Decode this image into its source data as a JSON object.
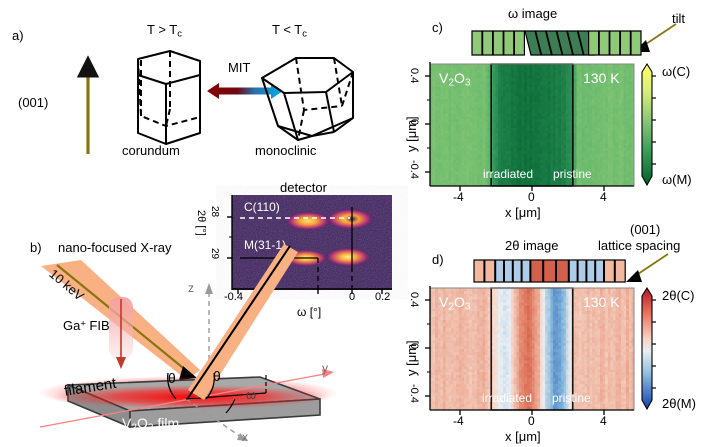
{
  "figure": {
    "panels": [
      "a)",
      "b)",
      "c)",
      "d)"
    ]
  },
  "panel_a": {
    "letter": "a)",
    "left_title": "T > T",
    "left_title_sub": "c",
    "right_title": "T < T",
    "right_title_sub": "c",
    "left_caption": "corundum",
    "right_caption": "monoclinic",
    "direction_label": "(001)",
    "transition_label": "MIT",
    "arrow_color_left": "#8b0000",
    "arrow_color_right": "#00a8e8",
    "direction_arrow_color": "#8a7410"
  },
  "panel_b": {
    "letter": "b)",
    "title": "nano-focused X-ray",
    "beam_energy": "10 keV",
    "fib_label_pre": "Ga",
    "fib_label_sup": "+",
    "fib_label_post": " FIB",
    "filament_label": "filament",
    "film_label_pre": "V",
    "film_label_sub1": "2",
    "film_label_mid": "O",
    "film_label_sub2": "3",
    "film_label_post": " film",
    "axis_x": "x",
    "axis_y": "y",
    "axis_z": "z",
    "angle_theta_in": "θ",
    "angle_theta_out": "θ",
    "angle_omega": "ω",
    "beam_color": "#f9b183",
    "beam_line_color": "#8a7410",
    "fib_color": "#f5a0a0",
    "filament_color": "#e8000d",
    "film_color": "#9c9c9c",
    "detector": {
      "title": "detector",
      "ylabel": "2θ [°]",
      "ylabel_main": "2θ",
      "ylabel_unit": "[°]",
      "yticks": [
        "28",
        "29"
      ],
      "xlabel": "ω [°]",
      "xticks": [
        "-0.4",
        "0",
        "0.2"
      ],
      "peak_labels": [
        "C(110)",
        "M(31-1)"
      ]
    }
  },
  "panel_c": {
    "letter": "c)",
    "title": "ω image",
    "annotation": "tilt",
    "material_pre": "V",
    "material_sub1": "2",
    "material_mid": "O",
    "material_sub2": "3",
    "temperature": "130 K",
    "region_left": "irradiated",
    "region_right": "pristine",
    "xlabel": "x [μm]",
    "ylabel": "y [μm]",
    "xticks": [
      "-4",
      "0",
      "4"
    ],
    "yticks": [
      "0.4",
      "0",
      "-0.4"
    ],
    "cbar_top": "ω(C)",
    "cbar_bottom": "ω(M)",
    "cbar_top_color": "#ffff66",
    "cbar_bottom_color": "#006837",
    "blocks": [
      {
        "fill": "#90c978",
        "tilt": 0
      },
      {
        "fill": "#90c978",
        "tilt": 0
      },
      {
        "fill": "#90c978",
        "tilt": 0
      },
      {
        "fill": "#90c978",
        "tilt": 0
      },
      {
        "fill": "#90c978",
        "tilt": 0
      },
      {
        "fill": "#3d7d54",
        "tilt": -14
      },
      {
        "fill": "#3d7d54",
        "tilt": -14
      },
      {
        "fill": "#3d7d54",
        "tilt": -14
      },
      {
        "fill": "#3d7d54",
        "tilt": -14
      },
      {
        "fill": "#3d7d54",
        "tilt": -14
      },
      {
        "fill": "#3d7d54",
        "tilt": -14
      },
      {
        "fill": "#90c978",
        "tilt": 0
      },
      {
        "fill": "#90c978",
        "tilt": 0
      },
      {
        "fill": "#90c978",
        "tilt": 0
      },
      {
        "fill": "#90c978",
        "tilt": 0
      },
      {
        "fill": "#90c978",
        "tilt": 0
      }
    ]
  },
  "panel_d": {
    "letter": "d)",
    "title": "2θ image",
    "annotation_line1": "(001)",
    "annotation_line2": "lattice spacing",
    "material_pre": "V",
    "material_sub1": "2",
    "material_mid": "O",
    "material_sub2": "3",
    "temperature": "130 K",
    "region_left": "irradiated",
    "region_right": "pristine",
    "xlabel": "x [μm]",
    "ylabel": "y [μm]",
    "xticks": [
      "-4",
      "0",
      "4"
    ],
    "yticks": [
      "0.4",
      "0",
      "-0.4"
    ],
    "cbar_top": "2θ(C)",
    "cbar_bottom": "2θ(M)",
    "cbar_top_color": "#b2182b",
    "cbar_bottom_color": "#2166ac",
    "blocks": [
      {
        "fill": "#f4b89f",
        "w": 10
      },
      {
        "fill": "#f4b89f",
        "w": 10
      },
      {
        "fill": "#aecbe8",
        "w": 8
      },
      {
        "fill": "#aecbe8",
        "w": 8
      },
      {
        "fill": "#aecbe8",
        "w": 8
      },
      {
        "fill": "#aecbe8",
        "w": 8
      },
      {
        "fill": "#d2604c",
        "w": 12
      },
      {
        "fill": "#d2604c",
        "w": 12
      },
      {
        "fill": "#d2604c",
        "w": 12
      },
      {
        "fill": "#aecbe8",
        "w": 8
      },
      {
        "fill": "#aecbe8",
        "w": 8
      },
      {
        "fill": "#aecbe8",
        "w": 8
      },
      {
        "fill": "#aecbe8",
        "w": 8
      },
      {
        "fill": "#f4b89f",
        "w": 10
      },
      {
        "fill": "#f4b89f",
        "w": 10
      }
    ]
  },
  "chart_data": [
    {
      "type": "heatmap",
      "title": "ω image",
      "xlabel": "x [μm]",
      "ylabel": "y [μm]",
      "xlim": [
        -5,
        5
      ],
      "ylim": [
        -0.6,
        0.6
      ],
      "xticks": [
        -4,
        0,
        4
      ],
      "yticks": [
        -0.4,
        0,
        0.4
      ],
      "colorbar_label_high": "ω(C)",
      "colorbar_label_low": "ω(M)",
      "colormap": "green-yellow",
      "annotations": [
        "V2O3",
        "130 K",
        "irradiated",
        "pristine",
        "tilt"
      ],
      "irradiated_region_x": [
        -2,
        2
      ],
      "profile_x": [
        -5,
        -4,
        -3,
        -2.2,
        -2,
        -1.6,
        -1.2,
        -0.8,
        -0.4,
        0,
        0.4,
        0.8,
        1.2,
        1.6,
        2,
        2.2,
        3,
        4,
        5
      ],
      "profile_value": [
        0.62,
        0.6,
        0.61,
        0.6,
        0.4,
        0.22,
        0.16,
        0.13,
        0.12,
        0.12,
        0.13,
        0.15,
        0.18,
        0.22,
        0.3,
        0.58,
        0.6,
        0.61,
        0.6
      ]
    },
    {
      "type": "heatmap",
      "title": "2θ image",
      "xlabel": "x [μm]",
      "ylabel": "y [μm]",
      "xlim": [
        -5,
        5
      ],
      "ylim": [
        -0.6,
        0.6
      ],
      "xticks": [
        -4,
        0,
        4
      ],
      "yticks": [
        -0.4,
        0,
        0.4
      ],
      "colorbar_label_high": "2θ(C)",
      "colorbar_label_low": "2θ(M)",
      "colormap": "RdBu-diverging",
      "annotations": [
        "V2O3",
        "130 K",
        "irradiated",
        "pristine",
        "(001) lattice spacing"
      ],
      "irradiated_region_x": [
        -2,
        2
      ],
      "profile_x": [
        -5,
        -4,
        -3,
        -2.4,
        -2,
        -1.7,
        -1.4,
        -1.1,
        -0.8,
        -0.5,
        -0.2,
        0,
        0.3,
        0.6,
        0.9,
        1.2,
        1.5,
        1.8,
        2,
        2.4,
        3,
        4,
        5
      ],
      "profile_value": [
        0.62,
        0.63,
        0.62,
        0.63,
        0.6,
        0.5,
        0.4,
        0.45,
        0.62,
        0.74,
        0.8,
        0.78,
        0.66,
        0.44,
        0.26,
        0.18,
        0.24,
        0.44,
        0.58,
        0.62,
        0.63,
        0.62,
        0.63
      ]
    },
    {
      "type": "heatmap",
      "title": "detector",
      "xlabel": "ω [°]",
      "ylabel": "2θ [°]",
      "xlim": [
        -0.5,
        0.3
      ],
      "ylim": [
        29.2,
        27.7
      ],
      "xticks": [
        -0.4,
        0,
        0.2
      ],
      "yticks": [
        28,
        29
      ],
      "colormap": "inferno",
      "peaks": [
        {
          "label": "C(110)",
          "omega": 0.0,
          "two_theta": 28.15
        },
        {
          "label": "M(31-1)",
          "omega": -0.06,
          "two_theta": 28.85
        }
      ]
    }
  ]
}
